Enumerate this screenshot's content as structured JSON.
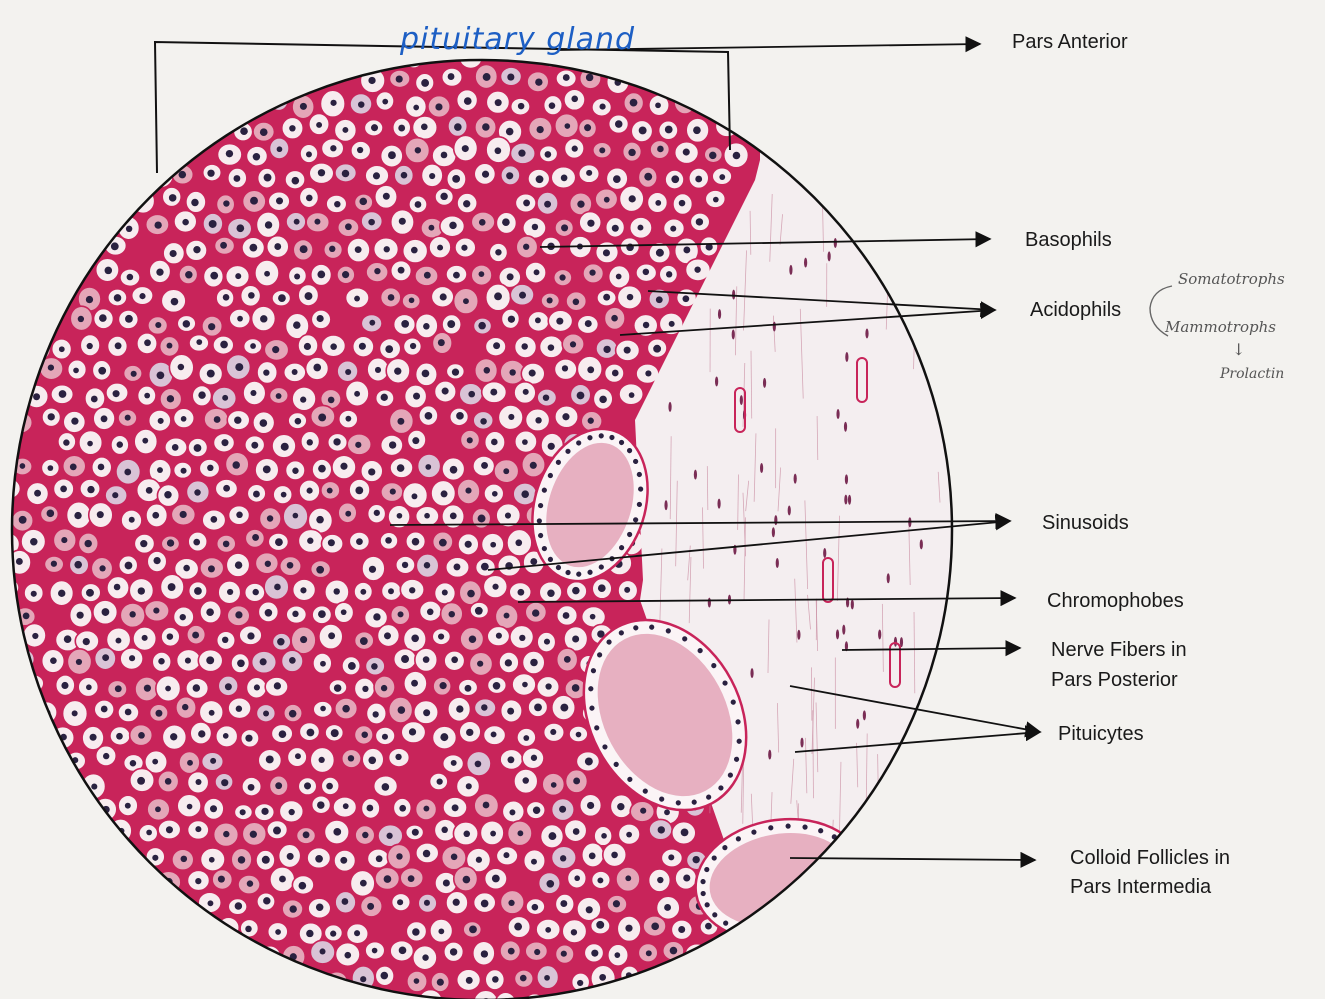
{
  "diagram": {
    "handwritten_title": "pituitary gland",
    "labels": {
      "pars_anterior": "Pars Anterior",
      "basophils": "Basophils",
      "acidophils": "Acidophils",
      "sinusoids": "Sinusoids",
      "chromophobes": "Chromophobes",
      "nerve_fibers_line1": "Nerve Fibers in",
      "nerve_fibers_line2": "Pars Posterior",
      "pituicytes": "Pituicytes",
      "colloid_line1": "Colloid Follicles in",
      "colloid_line2": "Pars Intermedia"
    },
    "handwritten_notes": {
      "note1": "Somatotrophs",
      "note2": "Mammotrophs",
      "note3": "↓",
      "note4": "Prolactin"
    },
    "colors": {
      "stroma": "#c8245a",
      "nucleus": "#2a2140",
      "cell_fill": "#f7ecef",
      "acidophil_fill": "#e4a6b8",
      "posterior": "#f4eef0",
      "fiber": "#c98aa0",
      "annotation_blue": "#1d5fc4",
      "leader": "#111111"
    }
  }
}
